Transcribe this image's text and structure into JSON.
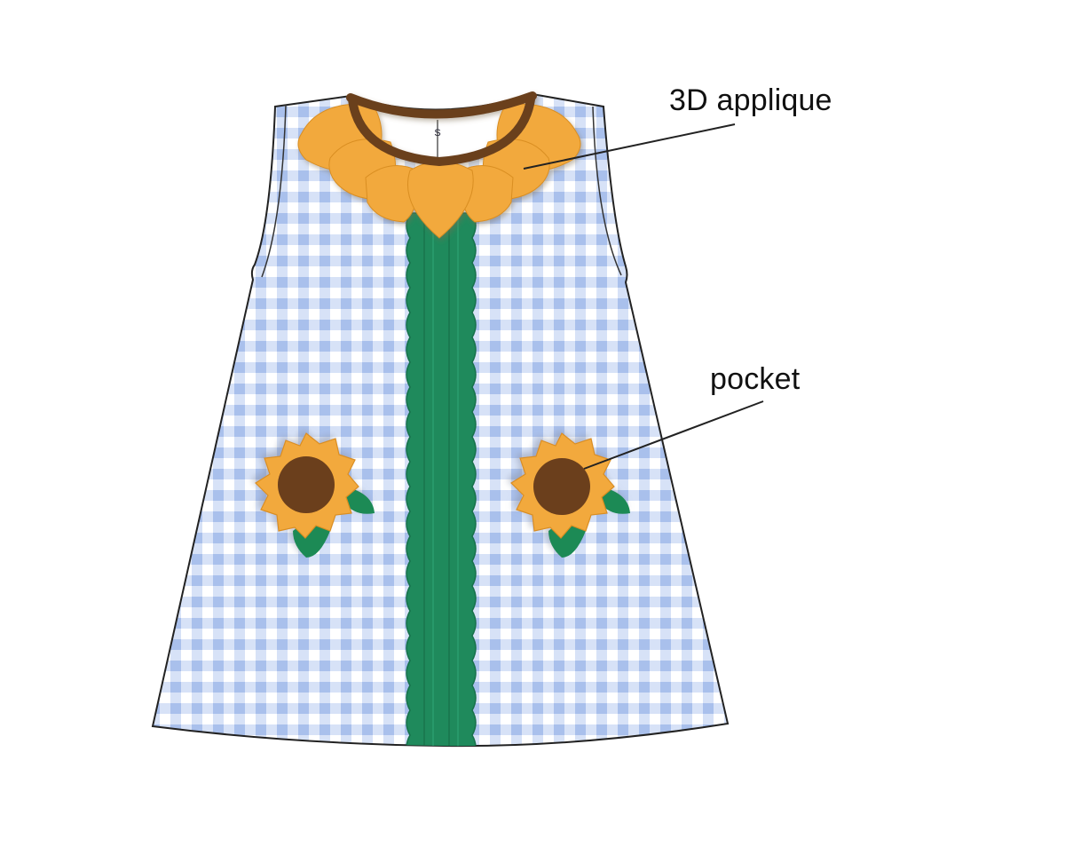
{
  "diagram": {
    "subject": "Sleeveless A-line gingham dress with sunflower details",
    "callouts": [
      {
        "id": "applique",
        "label": "3D applique",
        "target": "sunflower petal collar"
      },
      {
        "id": "pocket",
        "label": "pocket",
        "target": "sunflower pocket (right)"
      }
    ],
    "size_tag": "S",
    "colors": {
      "gingham_light": "#c9d8f4",
      "gingham_dark": "#a9c0ec",
      "petal": "#f2a93c",
      "petal_shadow": "#d98e22",
      "collar_trim": "#6b3f1c",
      "flower_center": "#6b3f1c",
      "placket_green": "#1f8a5c",
      "leaf_green": "#1c8a55",
      "outline": "#222222"
    }
  }
}
